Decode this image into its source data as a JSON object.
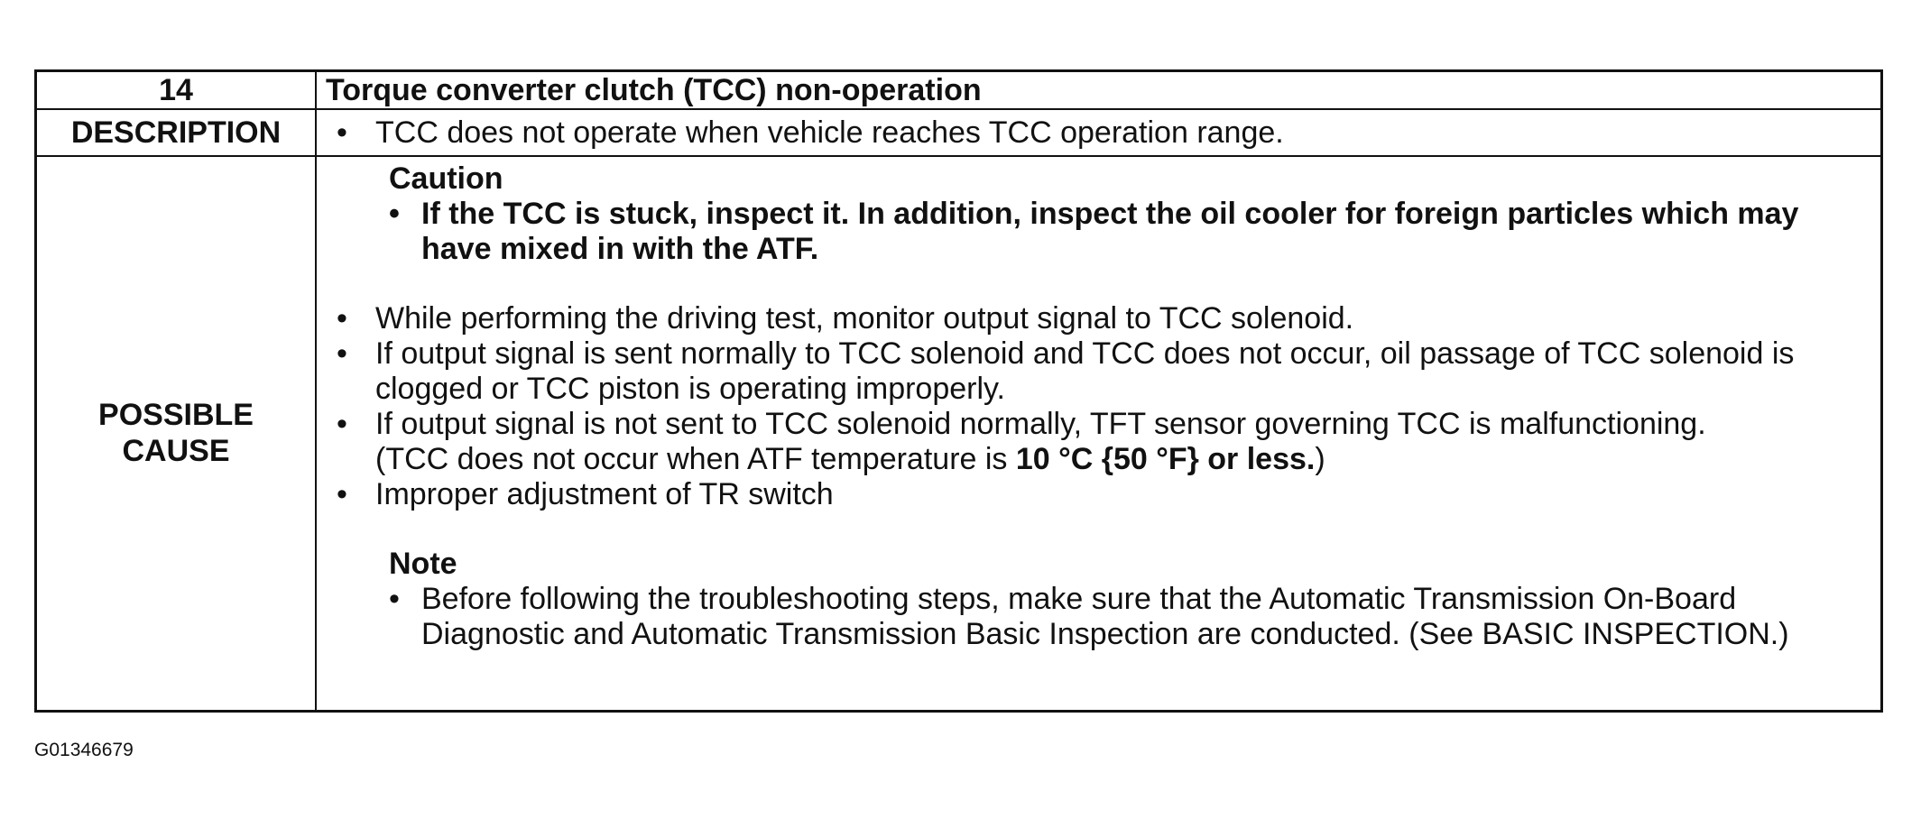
{
  "table": {
    "number": "14",
    "title": "Torque converter clutch (TCC) non-operation",
    "description_label": "DESCRIPTION",
    "description_items": [
      "TCC does not operate when vehicle reaches TCC operation range."
    ],
    "cause_label_line1": "POSSIBLE",
    "cause_label_line2": "CAUSE",
    "caution": {
      "title": "Caution",
      "items": [
        "If the TCC is stuck, inspect it. In addition, inspect the oil cooler for foreign particles which may have mixed in with the ATF."
      ]
    },
    "causes": [
      "While performing the driving test, monitor output signal to TCC solenoid.",
      "If output signal is sent normally to TCC solenoid and TCC does not occur, oil passage of TCC solenoid is clogged or TCC piston is operating improperly."
    ],
    "cause3": {
      "line1": "If output signal is not sent to TCC solenoid normally, TFT sensor governing TCC is malfunctioning.",
      "line2_start": "(TCC does not occur when ATF temperature is ",
      "line2_bold": "10 °C {50 °F} or less.",
      "line2_end": ")"
    },
    "cause4": "Improper adjustment of TR switch",
    "note": {
      "title": "Note",
      "items": [
        "Before following the troubleshooting steps, make sure that the Automatic Transmission On-Board Diagnostic and Automatic Transmission Basic Inspection are conducted. (See BASIC INSPECTION.)"
      ]
    }
  },
  "figure_id": "G01346679"
}
